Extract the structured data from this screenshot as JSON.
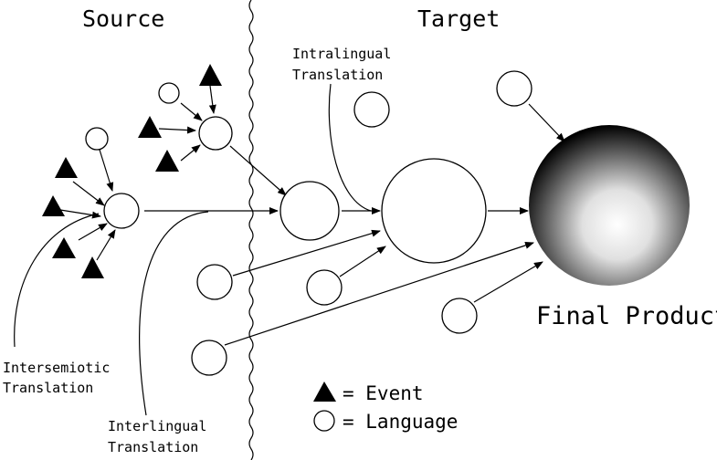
{
  "headers": {
    "source": "Source",
    "target": "Target"
  },
  "annotations": {
    "intralingual": [
      "Intralingual",
      "Translation"
    ],
    "intersemiotic": [
      "Intersemiotic",
      "Translation"
    ],
    "interlingual": [
      "Interlingual",
      "Translation"
    ]
  },
  "final_product": "Final Product",
  "legend": {
    "event": "= Event",
    "language": "= Language"
  },
  "colors": {
    "ink": "#000000",
    "background": "#ffffff"
  },
  "node_kinds": {
    "event": "triangle",
    "language": "circle"
  }
}
